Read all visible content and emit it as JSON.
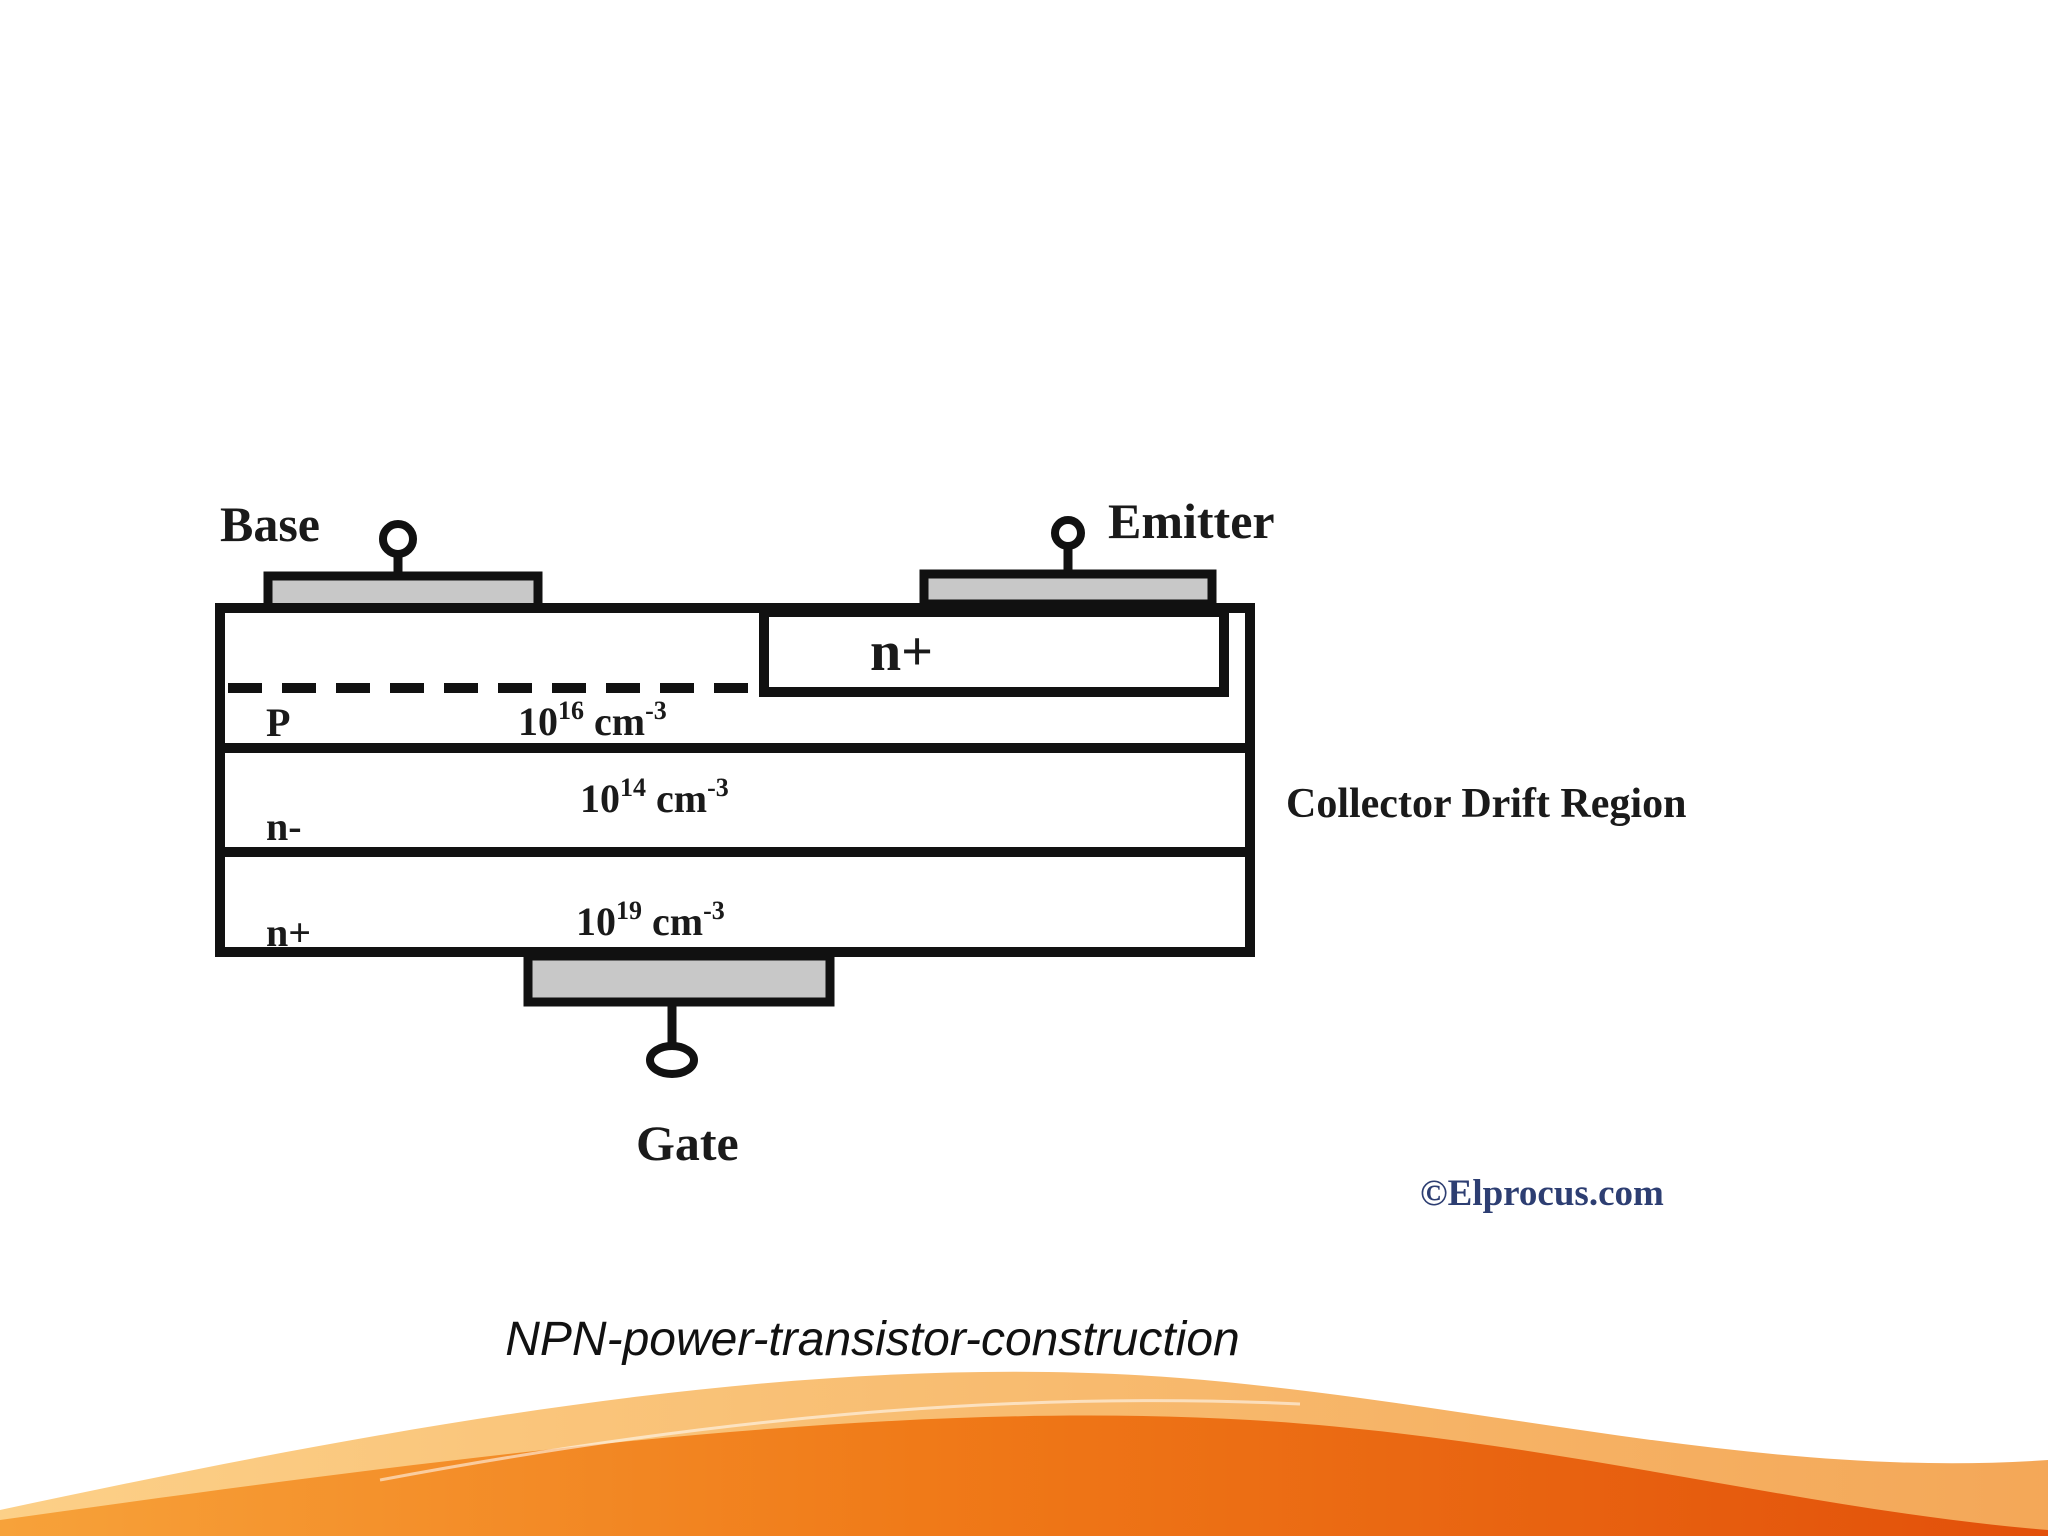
{
  "diagram": {
    "terminals": {
      "base": "Base",
      "emitter": "Emitter",
      "gate": "Gate"
    },
    "regions": {
      "emitter_region": "n+",
      "p_layer": "P",
      "p_doping": {
        "base": "10",
        "exp": "16",
        "unit": " cm",
        "unit_exp": "-3"
      },
      "drift_layer": "n-",
      "drift_doping": {
        "base": "10",
        "exp": "14",
        "unit": " cm",
        "unit_exp": "-3"
      },
      "substrate_layer": "n+",
      "substrate_doping": {
        "base": "10",
        "exp": "19",
        "unit": " cm",
        "unit_exp": "-3"
      }
    },
    "side_label": "Collector Drift Region",
    "copyright": "©Elprocus.com"
  },
  "caption": "NPN-power-transistor-construction",
  "colors": {
    "contact_fill": "#c8c8c8",
    "stroke": "#111111",
    "copyright": "#2d3e72",
    "accent_orange": "#e8590c"
  }
}
